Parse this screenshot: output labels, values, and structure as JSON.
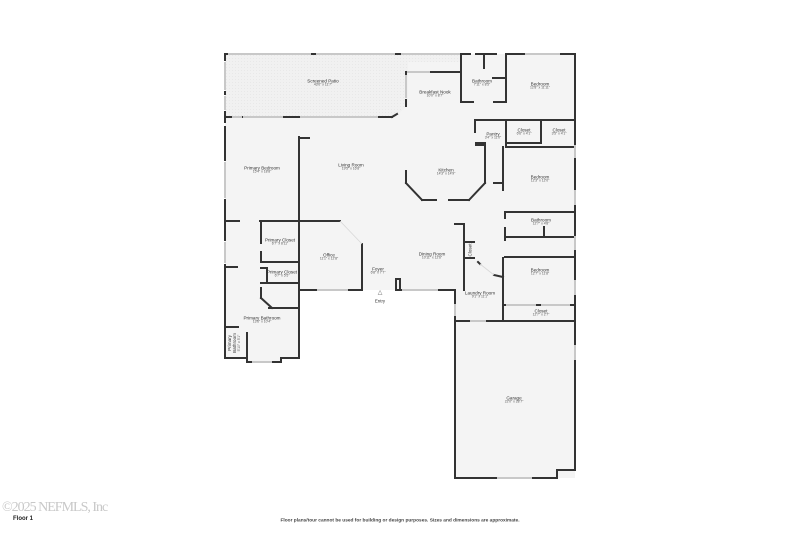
{
  "floor": {
    "label": "Floor 1"
  },
  "footer": {
    "disclaimer": "Floor plans/tour cannot be used for building or design purposes. Sizes and dimensions are approximate.",
    "watermark": "©2025 NEFMLS, Inc"
  },
  "entry": {
    "label": "Entry",
    "icon": "entry-arrow-icon"
  },
  "colors": {
    "wall": "#333333",
    "floor": "#f4f4f4",
    "patio": "#efefef",
    "window": "#cccccc",
    "background": "#ffffff"
  },
  "rooms": {
    "screened_patio": {
      "name": "Screened Patio",
      "dims": "43'0\" x 11'7\""
    },
    "breakfast_nook": {
      "name": "Breakfast Nook",
      "dims": "10'0\" x 8'7\""
    },
    "bathroom_top": {
      "name": "Bathroom",
      "dims": "7'11\" x 8'5\""
    },
    "bedroom_top": {
      "name": "Bedroom",
      "dims": "12'8\" x 11'11\""
    },
    "pantry": {
      "name": "Pantry",
      "dims": "3'4\" x 11'0\""
    },
    "closet_a": {
      "name": "Closet",
      "dims": "6'6\" x 4'1\""
    },
    "closet_b": {
      "name": "Closet",
      "dims": "3'5\" x 4'1\""
    },
    "primary_bedroom": {
      "name": "Primary Bedroom",
      "dims": "15'4\" x 18'8\""
    },
    "living_room": {
      "name": "Living Room",
      "dims": "19'5\" x 16'8\""
    },
    "kitchen": {
      "name": "Kitchen",
      "dims": "14'3\" x 14'9\""
    },
    "bedroom_mid": {
      "name": "Bedroom",
      "dims": "12'3\" x 12'0\""
    },
    "bathroom_mid": {
      "name": "Bathroom",
      "dims": "12'7\" x 4'8\""
    },
    "primary_closet_1": {
      "name": "Primary Closet",
      "dims": "6'7\" x 8'11\""
    },
    "primary_closet_2": {
      "name": "Primary Closet",
      "dims": "6'7\" x 5'5\""
    },
    "office": {
      "name": "Office",
      "dims": "11'1\" x 12'8\""
    },
    "foyer": {
      "name": "Foyer",
      "dims": "6'8\" x 7'7\""
    },
    "dining_room": {
      "name": "Dining Room",
      "dims": "10'11\" x 12'6\""
    },
    "closet_small": {
      "name": "Closet",
      "dims": ""
    },
    "bedroom_low": {
      "name": "Bedroom",
      "dims": "12'7\" x 11'8\""
    },
    "laundry_room": {
      "name": "Laundry Room",
      "dims": "9'1\" x 11'1\""
    },
    "closet_low": {
      "name": "Closet",
      "dims": "12'7\" x 2'7\""
    },
    "primary_bathroom": {
      "name": "Primary Bathroom",
      "dims": "13'6\" x 10'4\""
    },
    "primary_bathroom_small": {
      "name": "Primary Bathroom",
      "dims": "5'10\" x 5'1\""
    },
    "garage": {
      "name": "Garage",
      "dims": "22'0\" x 28'7\""
    }
  }
}
